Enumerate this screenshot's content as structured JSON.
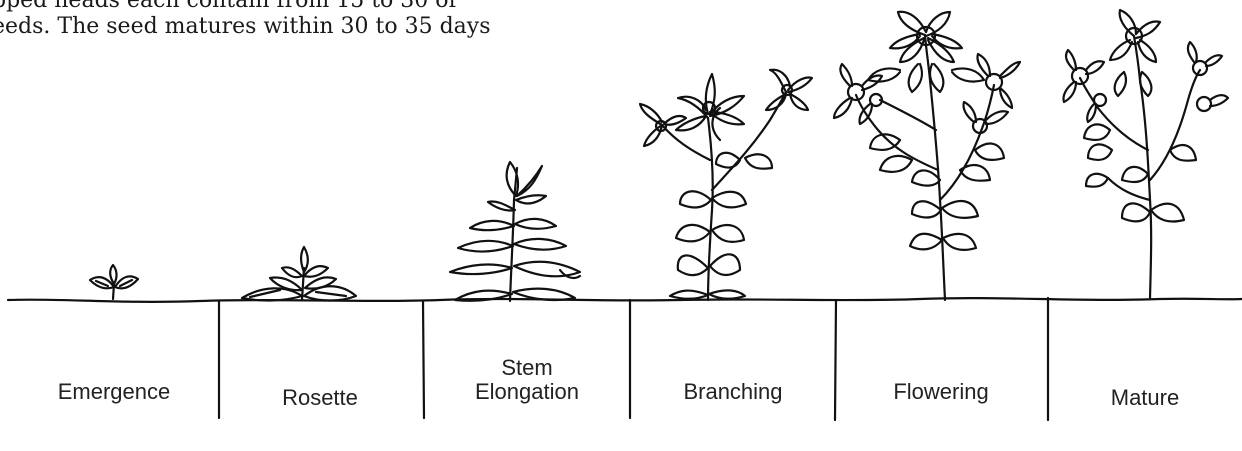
{
  "body_text": {
    "line1": "pped heads each contain from 15 to 30 or",
    "line2": "eeds. The seed matures within 30 to 35 days"
  },
  "stages": [
    {
      "label": "Emergence",
      "plant_icon": "seedling-icon"
    },
    {
      "label": "Rosette",
      "plant_icon": "rosette-plant-icon"
    },
    {
      "label": "Stem\nElongation",
      "plant_icon": "elongating-plant-icon"
    },
    {
      "label": "Branching",
      "plant_icon": "branching-plant-icon"
    },
    {
      "label": "Flowering",
      "plant_icon": "flowering-plant-icon"
    },
    {
      "label": "Mature",
      "plant_icon": "mature-plant-icon"
    }
  ]
}
